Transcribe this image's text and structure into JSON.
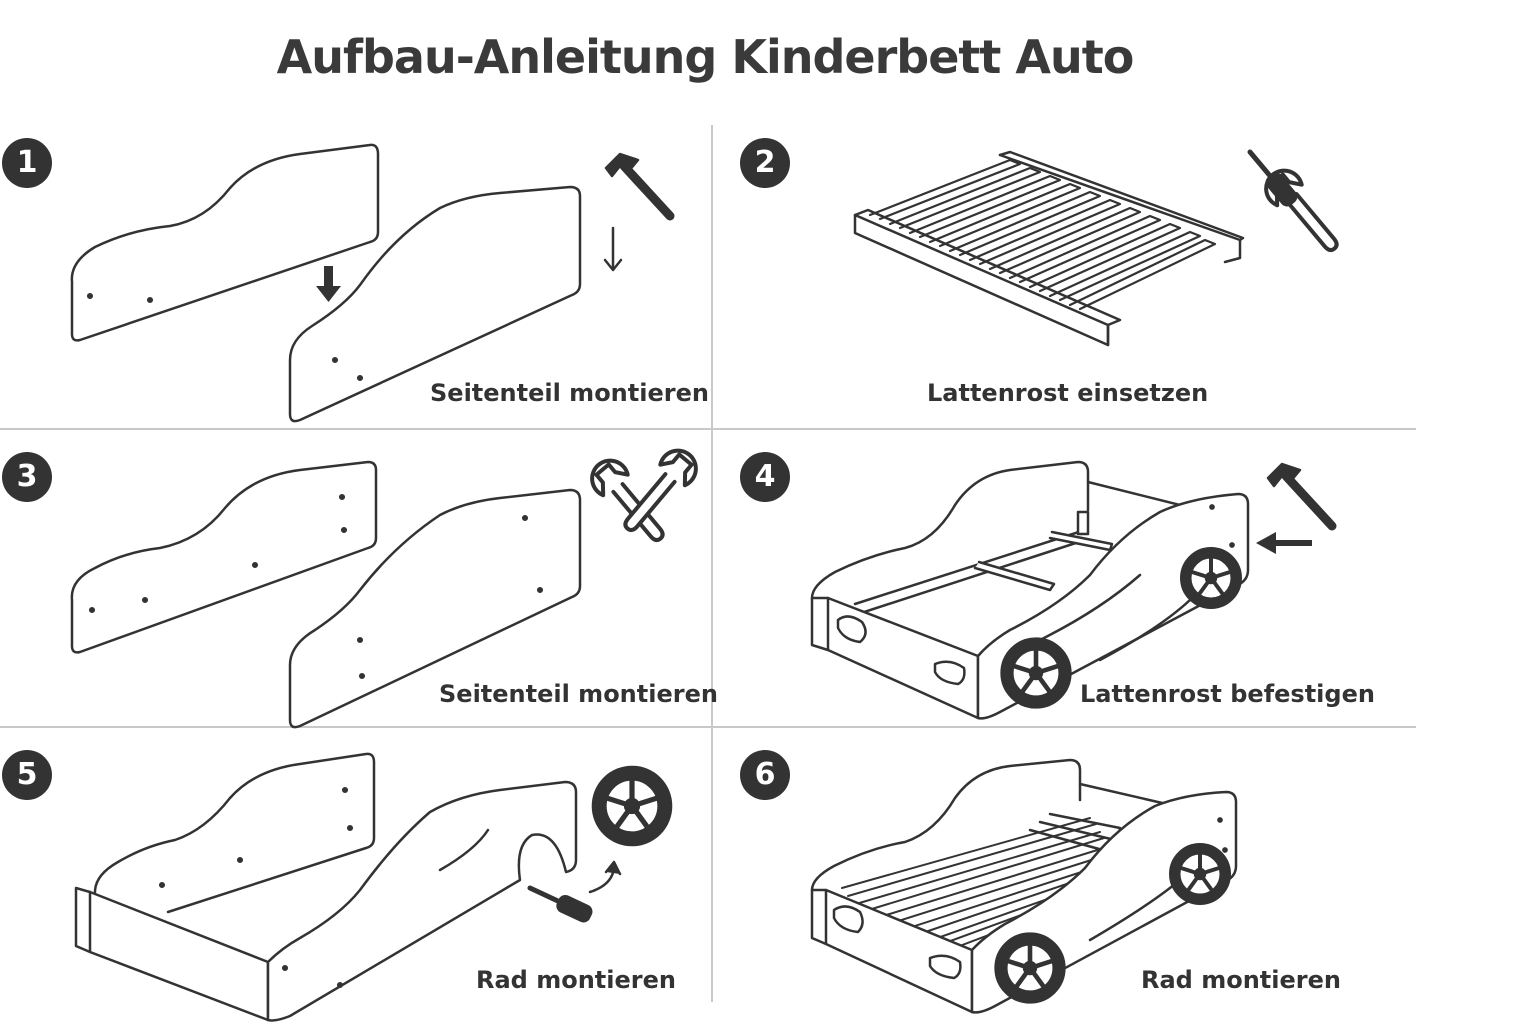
{
  "title": "Aufbau-Anleitung Kinderbett Auto",
  "colors": {
    "ink": "#333333",
    "divider": "#c8c8c8",
    "background": "#ffffff"
  },
  "steps": [
    {
      "number": "1",
      "caption": "Seitenteil montieren",
      "tool": "hammer-icon"
    },
    {
      "number": "2",
      "caption": "Lattenrost einsetzen",
      "tool": "screwdriver-wrench-icon"
    },
    {
      "number": "3",
      "caption": "Seitenteil montieren",
      "tool": "wrench-screwdriver-icon"
    },
    {
      "number": "4",
      "caption": "Lattenrost befestigen",
      "tool": "hammer-icon"
    },
    {
      "number": "5",
      "caption": "Rad montieren",
      "tool": "screwdriver-icon"
    },
    {
      "number": "6",
      "caption": "Rad montieren",
      "tool": ""
    }
  ]
}
